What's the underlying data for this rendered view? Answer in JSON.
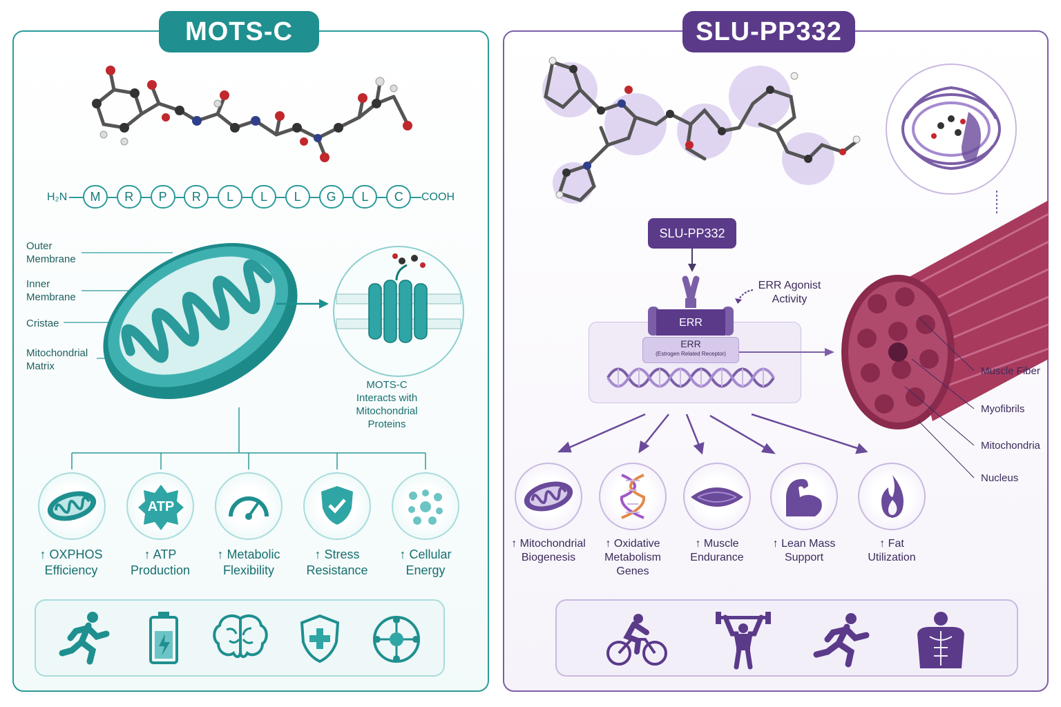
{
  "left": {
    "title": "MOTS-C",
    "sequence": {
      "n_term": "H₂N",
      "c_term": "COOH",
      "residues": [
        "M",
        "R",
        "P",
        "R",
        "L",
        "L",
        "L",
        "G",
        "L",
        "C"
      ]
    },
    "mito_labels": [
      "Outer Membrane",
      "Inner Membrane",
      "Cristae",
      "Mitochondrial Matrix"
    ],
    "interaction_caption": [
      "MOTS-C",
      "Interacts with",
      "Mitochondrial",
      "Proteins"
    ],
    "effects": [
      {
        "icon": "mitochondrion-icon",
        "line1": "↑ OXPHOS",
        "line2": "Efficiency"
      },
      {
        "icon": "atp-icon",
        "line1": "↑ ATP",
        "line2": "Production",
        "badge": "ATP"
      },
      {
        "icon": "gauge-icon",
        "line1": "↑ Metabolic",
        "line2": "Flexibility"
      },
      {
        "icon": "shield-check-icon",
        "line1": "↑ Stress",
        "line2": "Resistance"
      },
      {
        "icon": "cells-icon",
        "line1": "↑ Cellular",
        "line2": "Energy"
      }
    ],
    "bottom_icons": [
      "runner-icon",
      "battery-icon",
      "brain-icon",
      "shield-plus-icon",
      "molecule-ring-icon"
    ],
    "accent": "#1f8f8f"
  },
  "right": {
    "title": "SLU-PP332",
    "compound_box": "SLU-PP332",
    "agonist_label": [
      "ERR Agonist",
      "Activity"
    ],
    "receptor_label": "ERR",
    "receptor_box_title": "ERR",
    "receptor_box_subtitle": "(Estrogen Related Receptor)",
    "muscle_labels": [
      "Muscle Fiber",
      "Myofibrils",
      "Mitochondria",
      "Nucleus"
    ],
    "effects": [
      {
        "icon": "mitochondrion-icon",
        "lines": [
          "↑ Mitochondrial",
          "Biogenesis"
        ]
      },
      {
        "icon": "dna-icon",
        "lines": [
          "↑ Oxidative",
          "Metabolism",
          "Genes"
        ]
      },
      {
        "icon": "muscle-icon",
        "lines": [
          "↑ Muscle",
          "Endurance"
        ]
      },
      {
        "icon": "flexed-arm-icon",
        "lines": [
          "↑ Lean Mass",
          "Support"
        ]
      },
      {
        "icon": "flame-icon",
        "lines": [
          "↑ Fat",
          "Utilization"
        ]
      }
    ],
    "bottom_icons": [
      "cyclist-icon",
      "weightlifter-icon",
      "runner-icon",
      "torso-icon"
    ],
    "accent": "#5b3a8a"
  }
}
